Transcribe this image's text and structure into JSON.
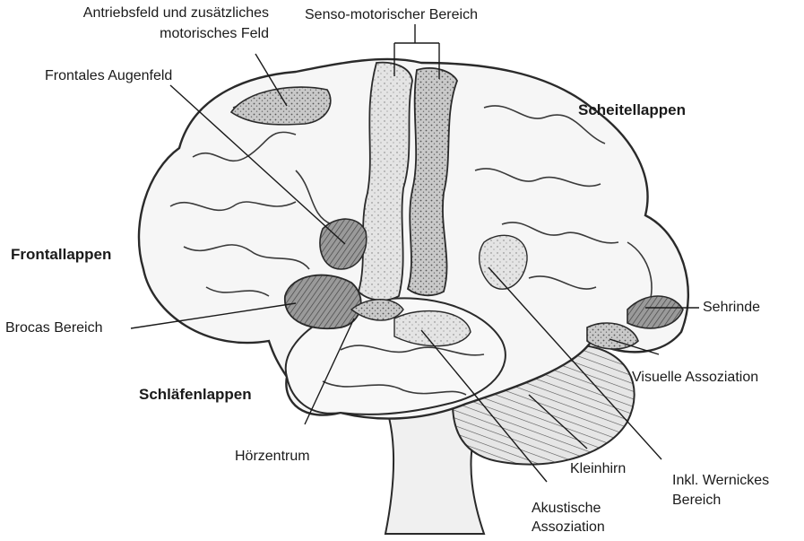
{
  "labels": {
    "antriebsfeld_line1": "Antriebsfeld und zusätzliches",
    "antriebsfeld_line2": "motorisches Feld",
    "senso_motorisch": "Senso-motorischer Bereich",
    "frontales_augenfeld": "Frontales Augenfeld",
    "scheitellappen": "Scheitellappen",
    "frontallappen": "Frontallappen",
    "brocas_bereich": "Brocas Bereich",
    "sehrinde": "Sehrinde",
    "visuelle_assoziation": "Visuelle Assoziation",
    "schlaefenlappen": "Schläfenlappen",
    "hoerzentrum": "Hörzentrum",
    "kleinhirn": "Kleinhirn",
    "wernicke_line1": "Inkl. Wernickes",
    "wernicke_line2": "Bereich",
    "akustische_line1": "Akustische",
    "akustische_line2": "Assoziation"
  },
  "colors": {
    "outline": "#2a2a2a",
    "brain_fill": "#f4f4f4",
    "shaded_region": "#bdbdbd",
    "dark_region": "#8c8c8c"
  }
}
